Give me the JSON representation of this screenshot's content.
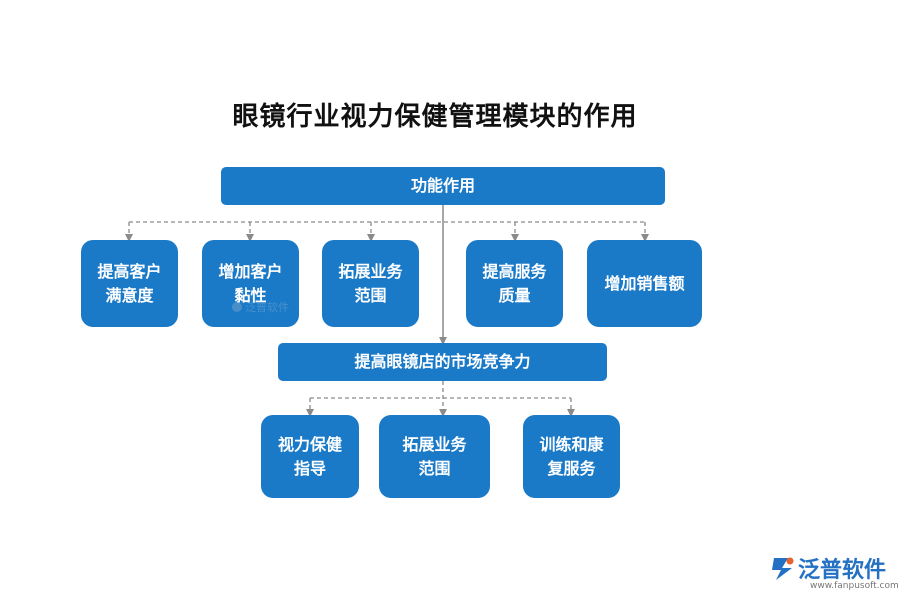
{
  "title": "眼镜行业视力保健管理模块的作用",
  "root": {
    "label": "功能作用"
  },
  "level1": [
    {
      "label": "提高客户\n满意度"
    },
    {
      "label": "增加客户\n黏性"
    },
    {
      "label": "拓展业务\n范围"
    },
    {
      "label": "提高服务\n质量"
    },
    {
      "label": "增加销售额"
    }
  ],
  "middle": {
    "label": "提高眼镜店的市场竞争力"
  },
  "level2": [
    {
      "label": "视力保健\n指导"
    },
    {
      "label": "拓展业务\n范围"
    },
    {
      "label": "训练和康\n复服务"
    }
  ],
  "colors": {
    "box": "#1a7ac8",
    "connector": "#8a8a8a",
    "brand": "#2470c2",
    "brand_accent": "#e8632c"
  },
  "watermark": {
    "small_text": "泛普软件"
  },
  "brand": {
    "name": "泛普软件",
    "url": "www.fanpusoft.com"
  }
}
